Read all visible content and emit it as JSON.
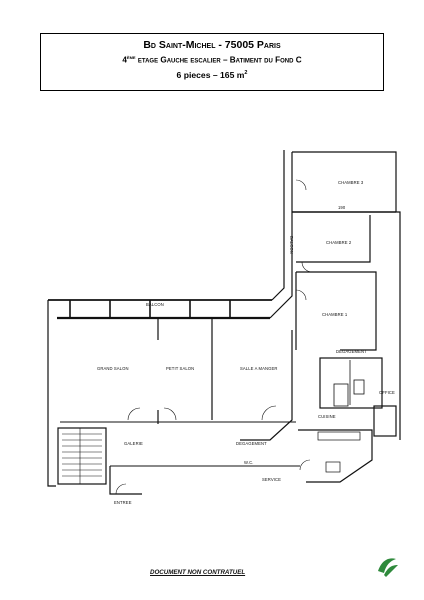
{
  "header": {
    "line1": "Bd Saint-Michel - 75005 Paris",
    "line2_sup": "ème",
    "line2_pre": "4",
    "line2_rest": " etage Gauche escalier – Batiment du Fond C",
    "line3_main": "6 pieces – 165 m",
    "line3_sup": "2"
  },
  "rooms": {
    "chambre3": "CHAMBRE 3",
    "chambre2": "CHAMBRE 2",
    "chambre1": "CHAMBRE 1",
    "grand_salon": "GRAND SALON",
    "petit_salon": "PETIT SALON",
    "salle_a_manger": "SALLE A MANGER",
    "galerie": "GALERIE",
    "degagement_top": "DEGAGEMENT",
    "degagement_bottom": "DEGAGEMENT",
    "cuisine": "CUISINE",
    "office": "OFFICE",
    "wc": "W.C.",
    "service": "SERVICE",
    "entree": "ENTREE",
    "balcon_main": "BALCON",
    "balcon_side": "BALCON",
    "dim_label": "190"
  },
  "footer": {
    "note": "DOCUMENT NON CONTRATUEL"
  },
  "colors": {
    "ink": "#111111",
    "logo_green": "#2f8a3c"
  }
}
